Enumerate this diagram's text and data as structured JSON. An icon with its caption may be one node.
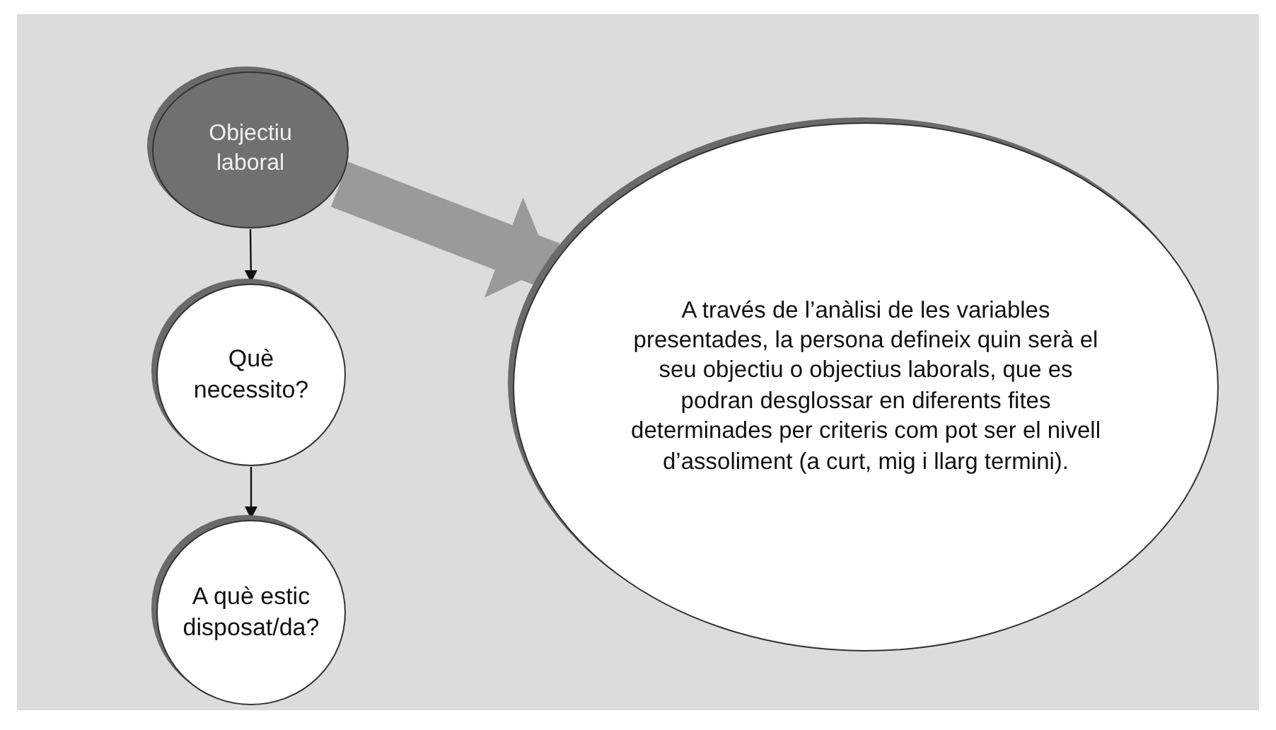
{
  "diagram": {
    "nodes": [
      {
        "text": [
          "Objectiu laboral"
        ]
      },
      {
        "text": [
          "Què necessito?"
        ]
      },
      {
        "text": [
          "A què estic disposat/da?"
        ]
      },
      {
        "text": [
          "A través de l’anàlisi de les variables presentades, la persona defineix quin serà el seu objectiu o objectius laborals, que es podran desglossar en diferents fites determinades per criteris com pot ser el nivell d’assoliment (a curt, mig i llarg termini)."
        ]
      }
    ],
    "edges": [
      {
        "from": 0,
        "to": 1,
        "arrow": "to"
      },
      {
        "from": 1,
        "to": 2,
        "arrow": "to"
      },
      {
        "from": 0,
        "to": 3,
        "arrow": "to",
        "style": "thick",
        "color": "#9a9a9a"
      }
    ]
  }
}
